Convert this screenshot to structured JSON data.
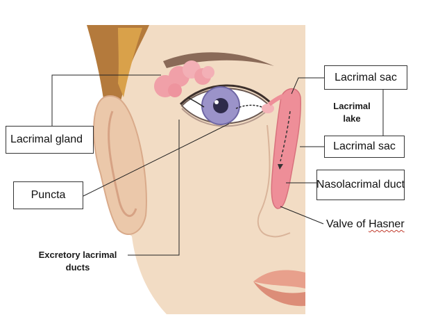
{
  "labels": {
    "lacrimal_gland": "Lacrimal gland",
    "puncta": "Puncta",
    "excretory_line1": "Excretory lacrimal",
    "excretory_line2": "ducts",
    "lacrimal_sac_top": "Lacrimal sac",
    "lacrimal_lake_line1": "Lacrimal",
    "lacrimal_lake_line2": "lake",
    "lacrimal_sac_mid": "Lacrimal sac",
    "nasolacrimal_duct": "Nasolacrimal duct",
    "valve_prefix": "Valve of ",
    "valve_name": "Hasner"
  },
  "colors": {
    "skin": "#f2dcc4",
    "skin_shadow": "#e9c9ad",
    "hair": "#b47a3c",
    "hair_light": "#d9a14a",
    "gland": "#f0a0a8",
    "iris": "#9b93c9",
    "duct": "#ee8e98",
    "lips": "#e8a08c"
  }
}
